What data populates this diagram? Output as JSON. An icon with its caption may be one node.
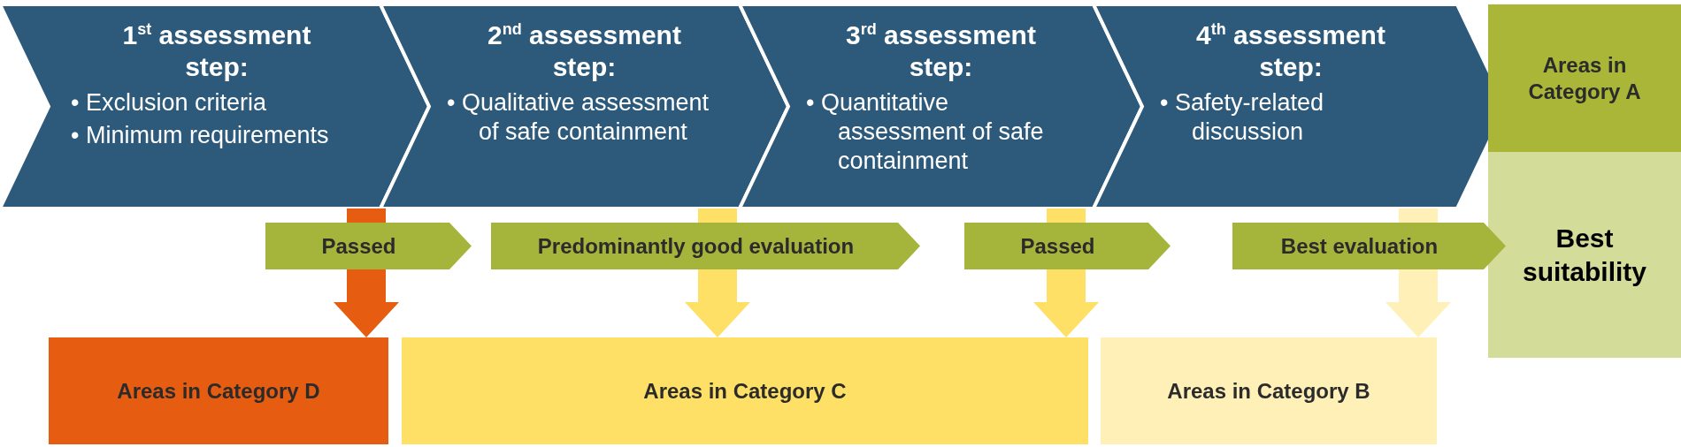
{
  "diagram": {
    "nodes": [
      {
        "text": [
          "1$^{st}$ assessment step:",
          "• Exclusion criteria",
          "• Minimum requirements"
        ]
      },
      {
        "text": [
          "2$^{nd}$ assessment step:",
          "• Qualitative assessment of safe containment"
        ]
      },
      {
        "text": [
          "3$^{rd}$ assessment step:",
          "• Quantitative assessment of safe containment"
        ]
      },
      {
        "text": [
          "4$^{th}$ assessment step:",
          "• Safety-related discussion"
        ]
      },
      {
        "text": [
          "Areas in Category A"
        ]
      },
      {
        "text": [
          "Best suitability"
        ]
      },
      {
        "text": [
          "Passed"
        ]
      },
      {
        "text": [
          "Predominantly good evaluation"
        ]
      },
      {
        "text": [
          "Passed"
        ]
      },
      {
        "text": [
          "Best evaluation"
        ]
      },
      {
        "text": [
          "Areas in Category D"
        ]
      },
      {
        "text": [
          "Areas in Category C"
        ]
      },
      {
        "text": [
          "Areas in Category B"
        ]
      }
    ],
    "edges": [
      {
        "from": 0,
        "to": 10,
        "arrow": "to",
        "color": "#e65c10"
      },
      {
        "from": 1,
        "to": 11,
        "arrow": "to"
      },
      {
        "from": 2,
        "to": 11,
        "arrow": "to"
      },
      {
        "from": 3,
        "to": 12,
        "arrow": "to",
        "color": "#fff0b8"
      }
    ]
  }
}
